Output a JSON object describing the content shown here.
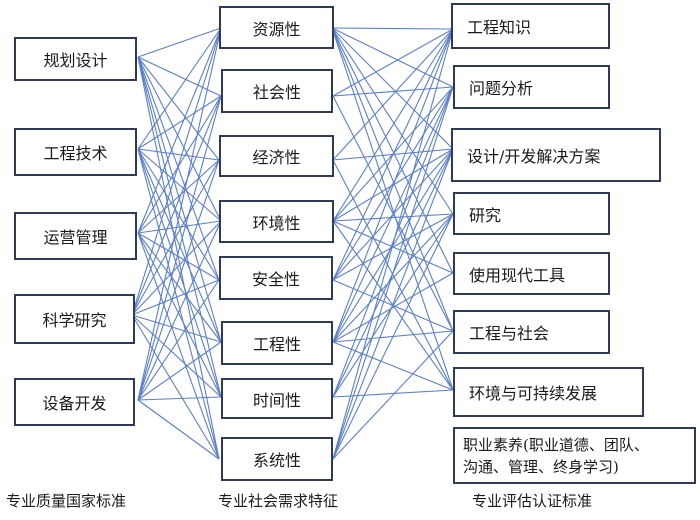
{
  "columns": {
    "left": {
      "caption": "专业质量国家标准",
      "items": [
        "规划设计",
        "工程技术",
        "运营管理",
        "科学研究",
        "设备开发"
      ]
    },
    "middle": {
      "caption": "专业社会需求特征",
      "items": [
        "资源性",
        "社会性",
        "经济性",
        "环境性",
        "安全性",
        "工程性",
        "时间性",
        "系统性"
      ]
    },
    "right": {
      "caption": "专业评估认证标准",
      "items": [
        "工程知识",
        "问题分析",
        "设计/开发解决方案",
        "研究",
        "使用现代工具",
        "工程与社会",
        "环境与可持续发展"
      ],
      "multiline_item": {
        "line1": "职业素养(职业道德、团队、",
        "line2": "沟通、管理、终身学习)"
      }
    }
  },
  "connections": {
    "left_to_middle": [
      [
        0,
        0
      ],
      [
        0,
        1
      ],
      [
        0,
        2
      ],
      [
        0,
        3
      ],
      [
        0,
        4
      ],
      [
        0,
        5
      ],
      [
        0,
        6
      ],
      [
        0,
        7
      ],
      [
        1,
        0
      ],
      [
        1,
        1
      ],
      [
        1,
        2
      ],
      [
        1,
        3
      ],
      [
        1,
        4
      ],
      [
        1,
        5
      ],
      [
        1,
        6
      ],
      [
        1,
        7
      ],
      [
        2,
        0
      ],
      [
        2,
        1
      ],
      [
        2,
        2
      ],
      [
        2,
        3
      ],
      [
        2,
        4
      ],
      [
        2,
        5
      ],
      [
        2,
        6
      ],
      [
        2,
        7
      ],
      [
        3,
        0
      ],
      [
        3,
        1
      ],
      [
        3,
        2
      ],
      [
        3,
        3
      ],
      [
        3,
        4
      ],
      [
        3,
        5
      ],
      [
        3,
        6
      ],
      [
        3,
        7
      ],
      [
        4,
        0
      ],
      [
        4,
        1
      ],
      [
        4,
        2
      ],
      [
        4,
        3
      ],
      [
        4,
        4
      ],
      [
        4,
        5
      ],
      [
        4,
        6
      ],
      [
        4,
        7
      ]
    ],
    "middle_to_right": [
      [
        0,
        0
      ],
      [
        0,
        1
      ],
      [
        0,
        2
      ],
      [
        0,
        3
      ],
      [
        0,
        4
      ],
      [
        0,
        5
      ],
      [
        0,
        6
      ],
      [
        1,
        0
      ],
      [
        1,
        1
      ],
      [
        1,
        5
      ],
      [
        2,
        0
      ],
      [
        2,
        2
      ],
      [
        2,
        6
      ],
      [
        3,
        0
      ],
      [
        3,
        1
      ],
      [
        3,
        2
      ],
      [
        3,
        3
      ],
      [
        3,
        4
      ],
      [
        3,
        6
      ],
      [
        4,
        0
      ],
      [
        4,
        1
      ],
      [
        4,
        2
      ],
      [
        4,
        3
      ],
      [
        4,
        5
      ],
      [
        5,
        0
      ],
      [
        5,
        1
      ],
      [
        5,
        2
      ],
      [
        5,
        3
      ],
      [
        5,
        4
      ],
      [
        5,
        5
      ],
      [
        5,
        6
      ],
      [
        6,
        1
      ],
      [
        6,
        2
      ],
      [
        6,
        3
      ],
      [
        6,
        6
      ],
      [
        7,
        0
      ],
      [
        7,
        1
      ],
      [
        7,
        2
      ],
      [
        7,
        3
      ],
      [
        7,
        5
      ]
    ]
  },
  "colors": {
    "line": "#5b7fc7",
    "border": "#2f3a55"
  }
}
